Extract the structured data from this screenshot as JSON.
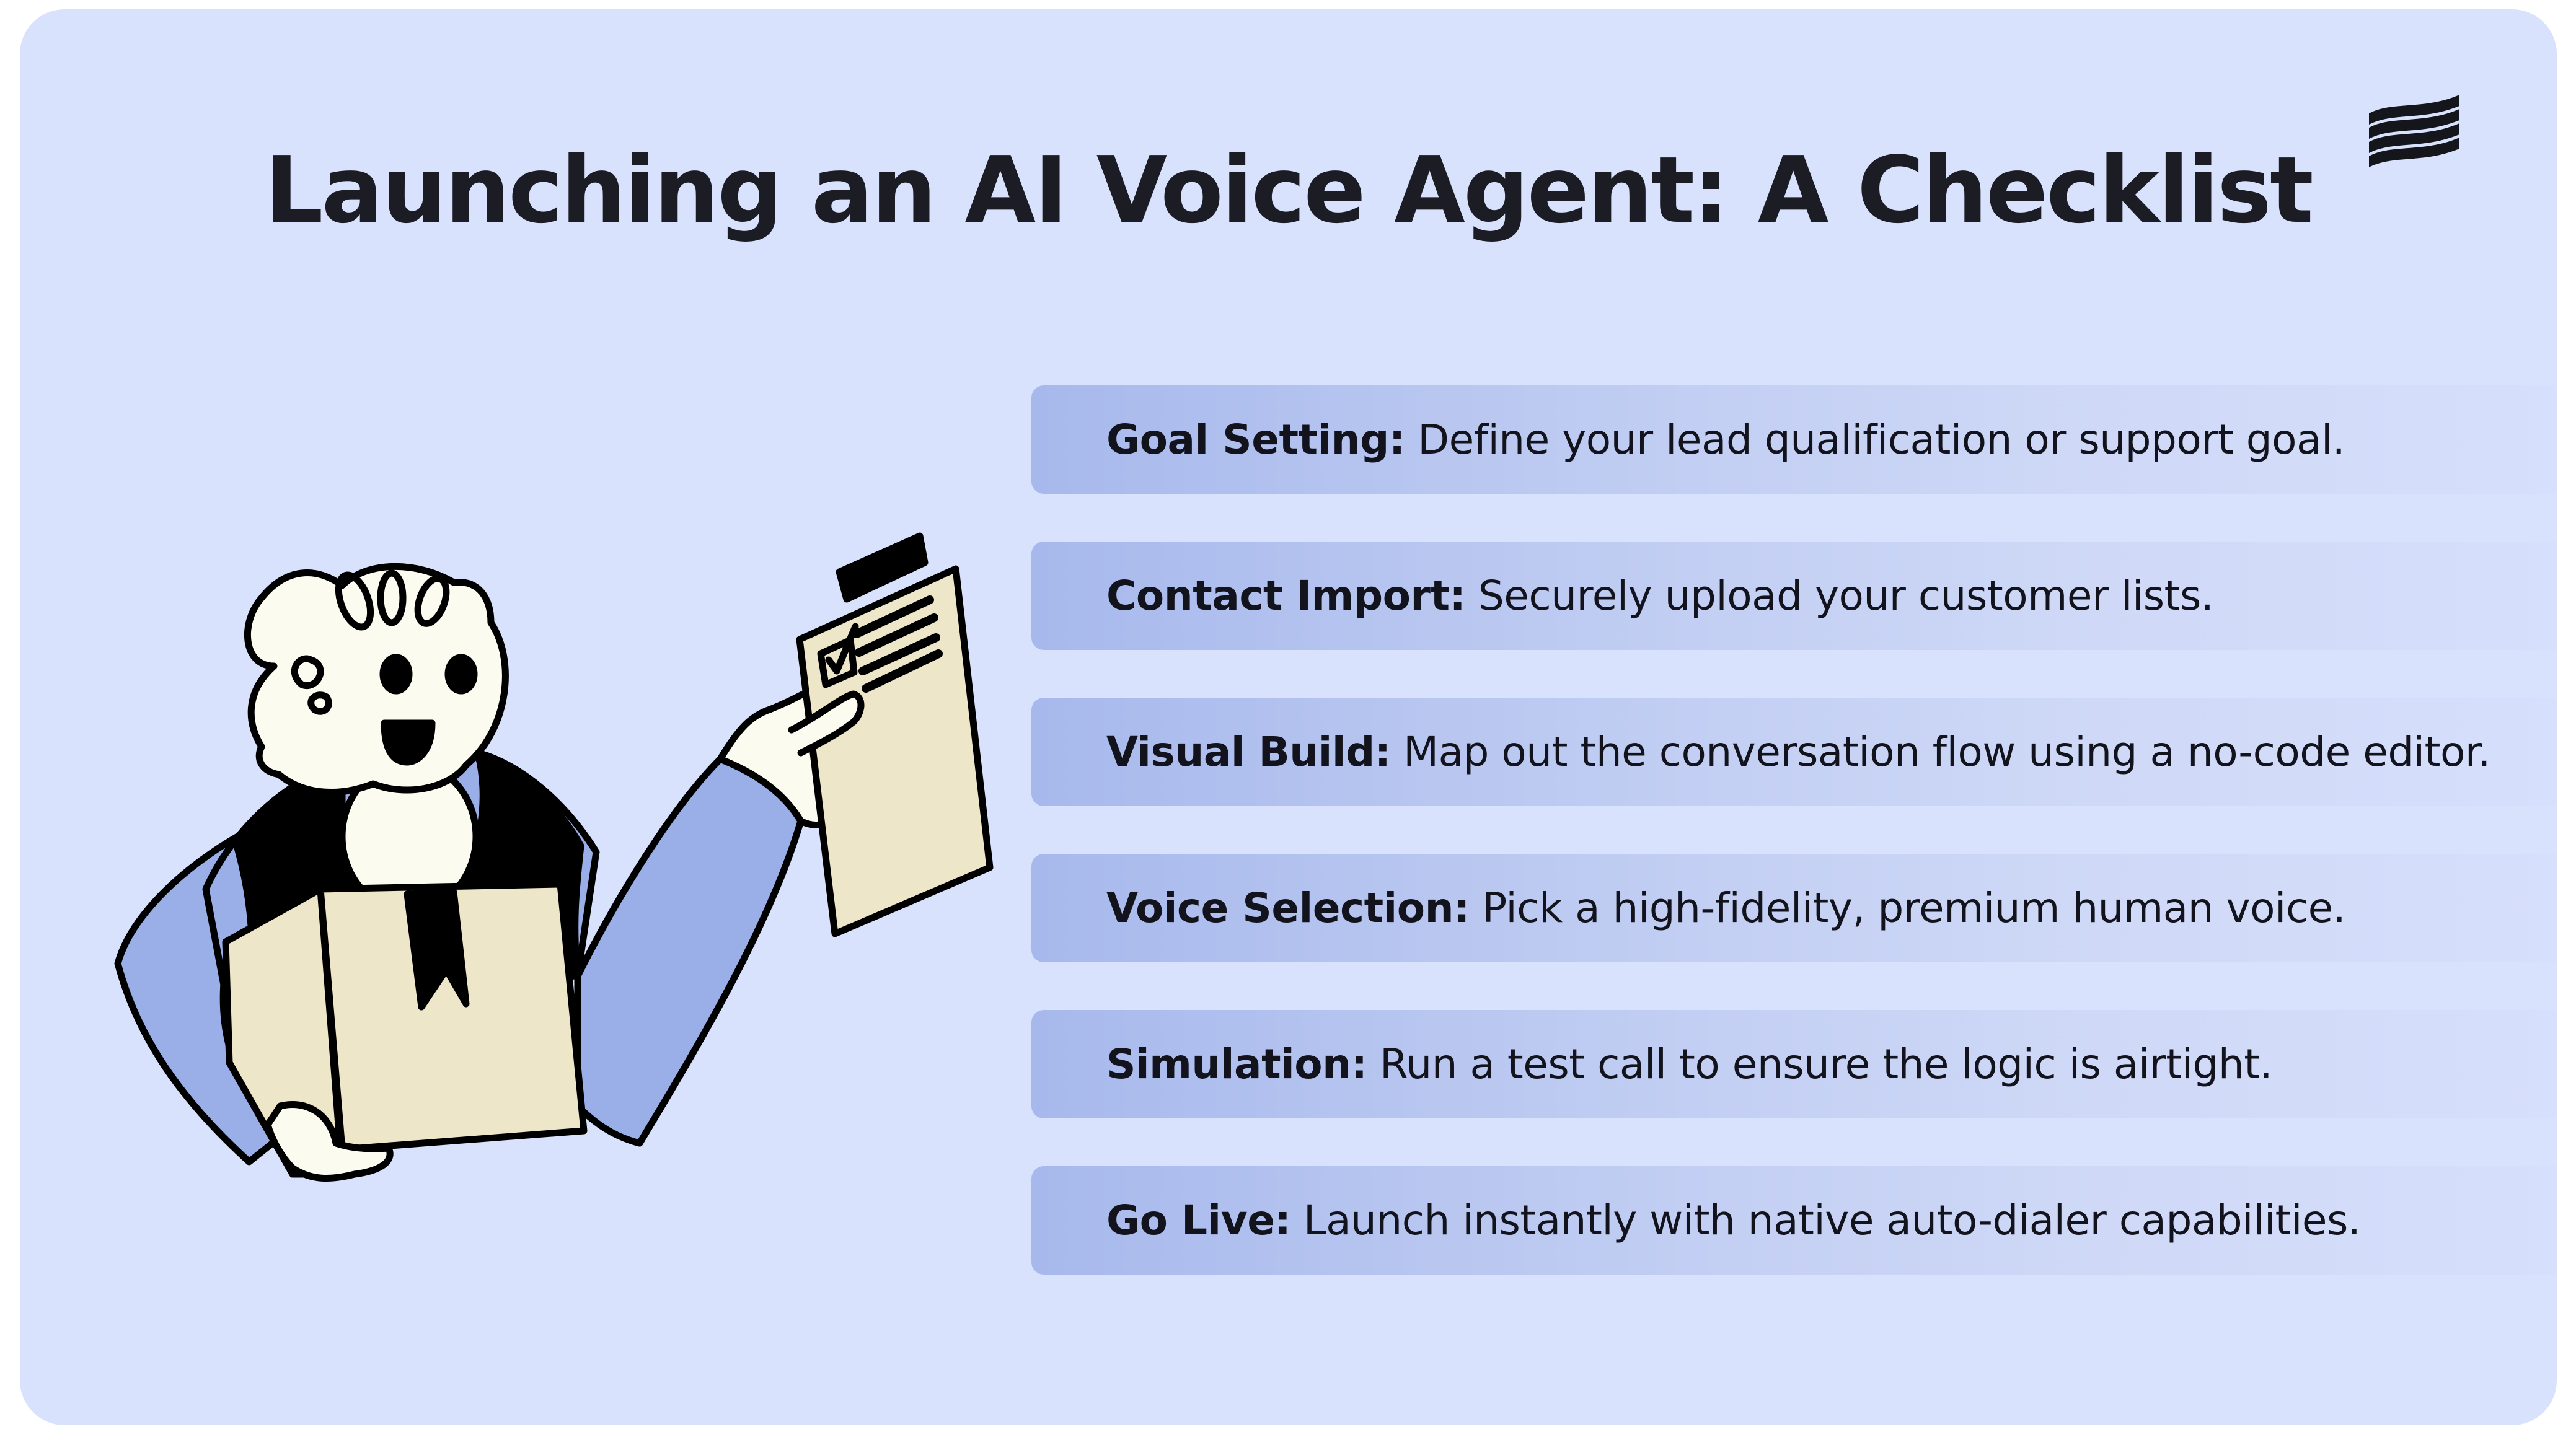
{
  "slide": {
    "title": "Launching an AI Voice Agent: A Checklist",
    "logo": "wave-lines-logo-icon",
    "colors": {
      "card_background": "#d9e2fc",
      "bar_start": "#a7b8ec",
      "bar_end": "#d6dffb",
      "text": "#12131c",
      "illustration_blue": "#9aaee8",
      "illustration_beige": "#ede6c8",
      "illustration_skin": "#fbfbf0",
      "outline": "#000000"
    }
  },
  "illustration": {
    "description": "person-holding-box-and-clipboard",
    "icons": [
      "person-icon",
      "box-icon",
      "clipboard-icon",
      "checkbox-icon"
    ]
  },
  "checklist": {
    "items": [
      {
        "label": "Goal Setting:",
        "text": " Define your lead qualification or support goal."
      },
      {
        "label": "Contact Import:",
        "text": " Securely upload your customer lists."
      },
      {
        "label": "Visual Build:",
        "text": " Map out the conversation flow using a no-code editor."
      },
      {
        "label": "Voice Selection:",
        "text": " Pick a high-fidelity, premium human voice."
      },
      {
        "label": "Simulation:",
        "text": " Run a test call to ensure the logic is airtight."
      },
      {
        "label": "Go Live:",
        "text": " Launch instantly with native auto-dialer capabilities."
      }
    ]
  }
}
